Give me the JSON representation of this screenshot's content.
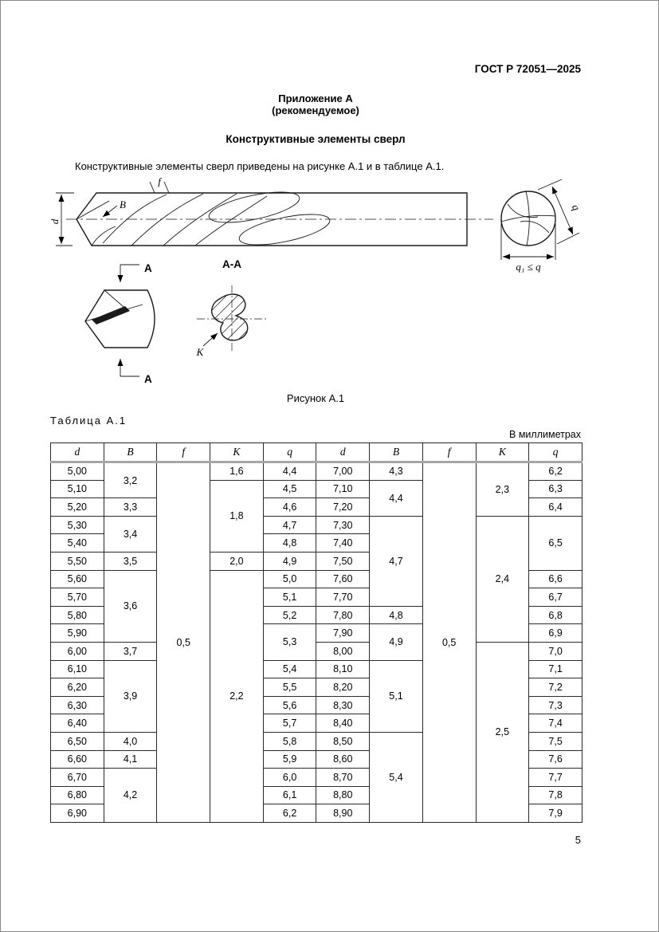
{
  "header": {
    "doc_code": "ГОСТ Р 72051—2025"
  },
  "appendix": {
    "title": "Приложение А",
    "subtitle": "(рекомендуемое)",
    "section_title": "Конструктивные элементы сверл",
    "intro": "Конструктивные элементы сверл приведены на рисунке А.1 и в таблице А.1."
  },
  "figure": {
    "caption": "Рисунок А.1",
    "labels": {
      "d": "d",
      "b": "B",
      "f": "f",
      "q": "q",
      "k": "K",
      "view": "А",
      "section": "А-А",
      "q1": "q₁ ≤ q"
    }
  },
  "table": {
    "label": "Таблица А.1",
    "units": "В миллиметрах",
    "headers": [
      "d",
      "B",
      "f",
      "K",
      "q",
      "d",
      "B",
      "f",
      "K",
      "q"
    ],
    "row_count": 20,
    "columns": [
      [
        [
          "5,00",
          1
        ],
        [
          "5,10",
          1
        ],
        [
          "5,20",
          1
        ],
        [
          "5,30",
          1
        ],
        [
          "5,40",
          1
        ],
        [
          "5,50",
          1
        ],
        [
          "5,60",
          1
        ],
        [
          "5,70",
          1
        ],
        [
          "5,80",
          1
        ],
        [
          "5,90",
          1
        ],
        [
          "6,00",
          1
        ],
        [
          "6,10",
          1
        ],
        [
          "6,20",
          1
        ],
        [
          "6,30",
          1
        ],
        [
          "6,40",
          1
        ],
        [
          "6,50",
          1
        ],
        [
          "6,60",
          1
        ],
        [
          "6,70",
          1
        ],
        [
          "6,80",
          1
        ],
        [
          "6,90",
          1
        ]
      ],
      [
        [
          "3,2",
          2
        ],
        [
          "3,3",
          1
        ],
        [
          "3,4",
          2
        ],
        [
          "3,5",
          1
        ],
        [
          "3,6",
          4
        ],
        [
          "3,7",
          1
        ],
        [
          "3,9",
          4
        ],
        [
          "4,0",
          1
        ],
        [
          "4,1",
          1
        ],
        [
          "4,2",
          3
        ]
      ],
      [
        [
          "0,5",
          20
        ]
      ],
      [
        [
          "1,6",
          1
        ],
        [
          "1,8",
          4
        ],
        [
          "2,0",
          1
        ],
        [
          "2,2",
          14
        ]
      ],
      [
        [
          "4,4",
          1
        ],
        [
          "4,5",
          1
        ],
        [
          "4,6",
          1
        ],
        [
          "4,7",
          1
        ],
        [
          "4,8",
          1
        ],
        [
          "4,9",
          1
        ],
        [
          "5,0",
          1
        ],
        [
          "5,1",
          1
        ],
        [
          "5,2",
          1
        ],
        [
          "5,3",
          2
        ],
        [
          "5,4",
          1
        ],
        [
          "5,5",
          1
        ],
        [
          "5,6",
          1
        ],
        [
          "5,7",
          1
        ],
        [
          "5,8",
          1
        ],
        [
          "5,9",
          1
        ],
        [
          "6,0",
          1
        ],
        [
          "6,1",
          1
        ],
        [
          "6,2",
          1
        ]
      ],
      [
        [
          "7,00",
          1
        ],
        [
          "7,10",
          1
        ],
        [
          "7,20",
          1
        ],
        [
          "7,30",
          1
        ],
        [
          "7,40",
          1
        ],
        [
          "7,50",
          1
        ],
        [
          "7,60",
          1
        ],
        [
          "7,70",
          1
        ],
        [
          "7,80",
          1
        ],
        [
          "7,90",
          1
        ],
        [
          "8,00",
          1
        ],
        [
          "8,10",
          1
        ],
        [
          "8,20",
          1
        ],
        [
          "8,30",
          1
        ],
        [
          "8,40",
          1
        ],
        [
          "8,50",
          1
        ],
        [
          "8,60",
          1
        ],
        [
          "8,70",
          1
        ],
        [
          "8,80",
          1
        ],
        [
          "8,90",
          1
        ]
      ],
      [
        [
          "4,3",
          1
        ],
        [
          "4,4",
          2
        ],
        [
          "4,7",
          5
        ],
        [
          "4,8",
          1
        ],
        [
          "4,9",
          2
        ],
        [
          "5,1",
          4
        ],
        [
          "5,4",
          5
        ]
      ],
      [
        [
          "0,5",
          20
        ]
      ],
      [
        [
          "2,3",
          3
        ],
        [
          "2,4",
          7
        ],
        [
          "2,5",
          10
        ]
      ],
      [
        [
          "6,2",
          1
        ],
        [
          "6,3",
          1
        ],
        [
          "6,4",
          1
        ],
        [
          "6,5",
          3
        ],
        [
          "6,6",
          1
        ],
        [
          "6,7",
          1
        ],
        [
          "6,8",
          1
        ],
        [
          "6,9",
          1
        ],
        [
          "7,0",
          1
        ],
        [
          "7,1",
          1
        ],
        [
          "7,2",
          1
        ],
        [
          "7,3",
          1
        ],
        [
          "7,4",
          1
        ],
        [
          "7,5",
          1
        ],
        [
          "7,6",
          1
        ],
        [
          "7,7",
          1
        ],
        [
          "7,8",
          1
        ],
        [
          "7,9",
          1
        ]
      ]
    ]
  },
  "footer": {
    "page_number": "5"
  }
}
